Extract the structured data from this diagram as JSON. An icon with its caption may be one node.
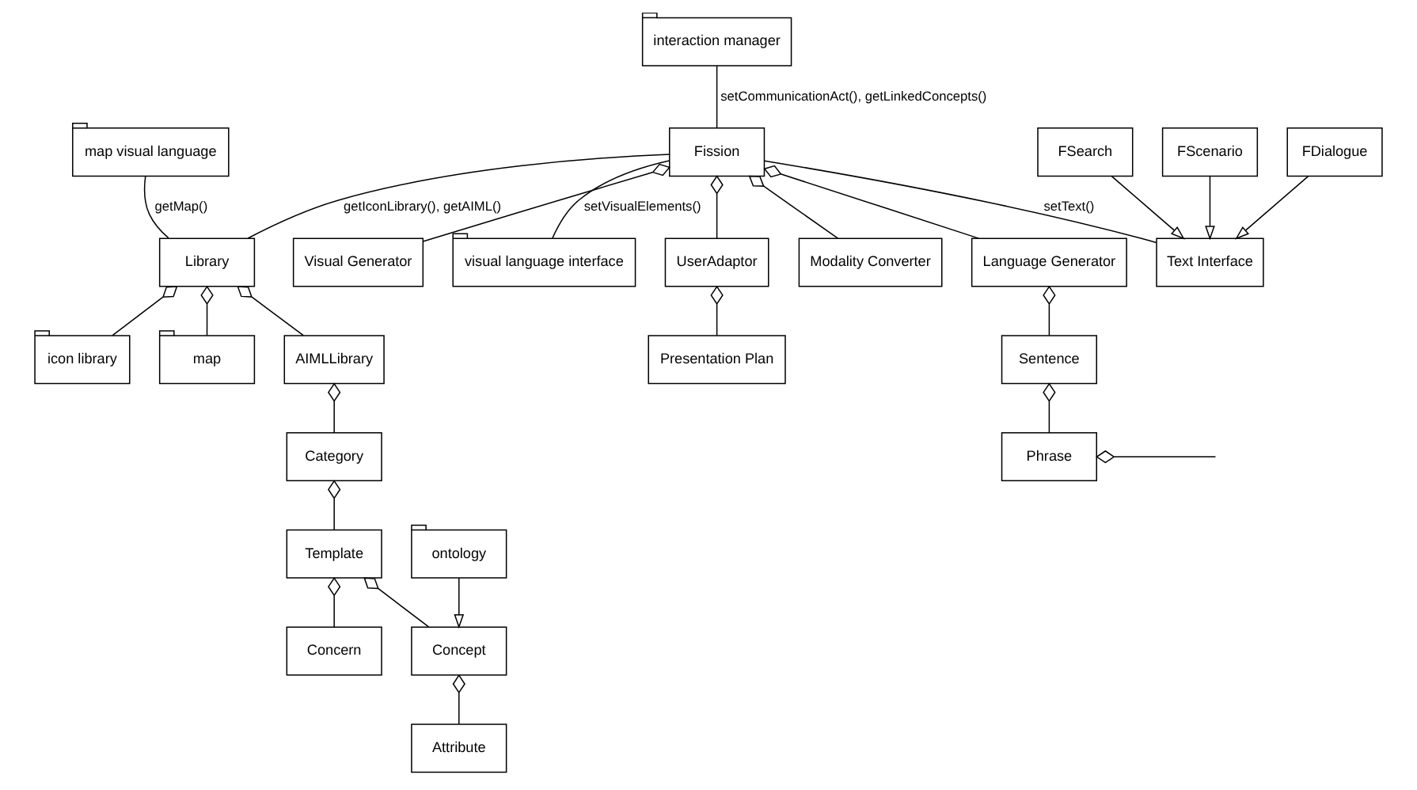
{
  "diagram": {
    "nodes": [
      {
        "text": [
          "interaction manager"
        ]
      },
      {
        "text": [
          "Fission"
        ]
      },
      {
        "text": [
          "Visual Generator"
        ]
      },
      {
        "text": [
          "Library"
        ]
      },
      {
        "text": [
          "map"
        ]
      },
      {
        "text": [
          "map visual language"
        ]
      },
      {
        "text": [
          "visual language interface"
        ]
      },
      {
        "text": [
          "AIMLLibrary"
        ]
      },
      {
        "text": [
          "icon library"
        ]
      },
      {
        "text": [
          "FSearch"
        ]
      },
      {
        "text": [
          "FScenario"
        ]
      },
      {
        "text": [
          "Category"
        ]
      },
      {
        "text": [
          "Template"
        ]
      },
      {
        "text": [
          "Concern"
        ]
      },
      {
        "text": [
          "FDialogue"
        ]
      },
      {
        "text": [
          "Text Interface"
        ]
      },
      {
        "text": [
          "Attribute"
        ]
      },
      {
        "text": [
          "Concept"
        ]
      },
      {
        "text": [
          "ontology"
        ]
      },
      {
        "text": [
          "Presentation Plan"
        ]
      },
      {
        "text": [
          "UserAdaptor"
        ]
      },
      {
        "text": [
          "Modality Converter"
        ]
      },
      {
        "text": [
          "Language Generator"
        ]
      },
      {
        "text": [
          "Sentence"
        ]
      },
      {
        "text": [
          "Phrase"
        ]
      }
    ],
    "edges": [
      {
        "from": 0,
        "to": 1,
        "arrow": "none",
        "label": "setCommunicationAct(), getLinkedConcepts()"
      },
      {
        "from": 1,
        "to": 3,
        "arrow": "none",
        "label": "getIconLibrary(), getAIML()"
      },
      {
        "from": 5,
        "to": 3,
        "arrow": "none",
        "label": "getMap()"
      },
      {
        "from": 1,
        "to": 6,
        "arrow": "none",
        "label": "setVisualElements()"
      },
      {
        "from": 1,
        "to": 15,
        "arrow": "none",
        "label": "setText()"
      },
      {
        "from": 1,
        "to": 2,
        "arrow": "other"
      },
      {
        "from": 3,
        "to": 4,
        "arrow": "other"
      },
      {
        "from": 3,
        "to": 7,
        "arrow": "other"
      },
      {
        "from": 3,
        "to": 8,
        "arrow": "other"
      },
      {
        "from": 7,
        "to": 11,
        "arrow": "other"
      },
      {
        "from": 11,
        "to": 12,
        "arrow": "other"
      },
      {
        "from": 12,
        "to": 13,
        "arrow": "other"
      },
      {
        "from": 12,
        "to": 17,
        "arrow": "other"
      },
      {
        "from": 17,
        "to": 16,
        "arrow": "other"
      },
      {
        "from": 18,
        "to": 17,
        "arrow": "to"
      },
      {
        "from": 9,
        "to": 15,
        "arrow": "to"
      },
      {
        "from": 10,
        "to": 15,
        "arrow": "to"
      },
      {
        "from": 14,
        "to": 15,
        "arrow": "to"
      },
      {
        "from": 1,
        "to": 21,
        "arrow": "other"
      },
      {
        "from": 1,
        "to": 20,
        "arrow": "other"
      },
      {
        "from": 1,
        "to": 22,
        "arrow": "other"
      },
      {
        "from": 20,
        "to": 19,
        "arrow": "other"
      },
      {
        "from": 22,
        "to": 23,
        "arrow": "other"
      },
      {
        "from": 23,
        "to": 24,
        "arrow": "other"
      },
      {
        "from": 24,
        "to": null,
        "arrow": "other"
      }
    ]
  }
}
